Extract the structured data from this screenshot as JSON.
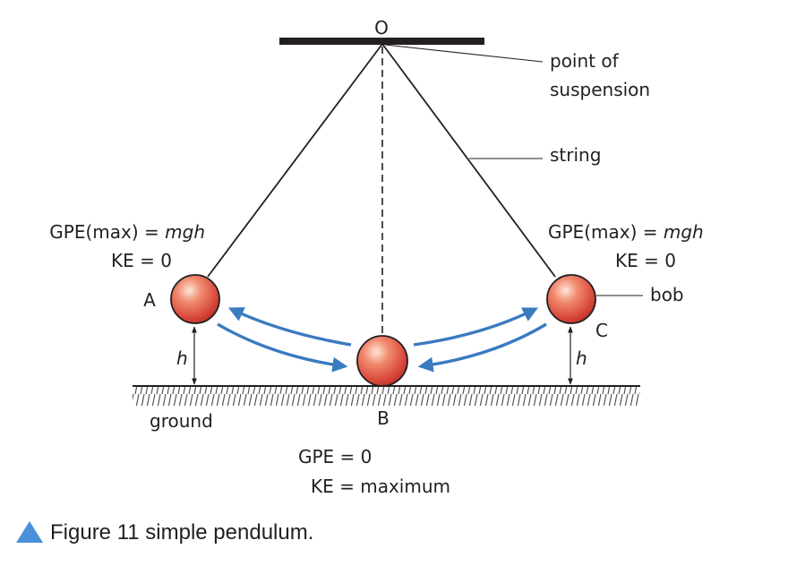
{
  "labels": {
    "pivot": "O",
    "point_of_suspension_line1": "point of",
    "point_of_suspension_line2": "suspension",
    "string": "string",
    "bob": "bob",
    "ground": "ground",
    "point_a": "A",
    "point_b": "B",
    "point_c": "C",
    "height": "h"
  },
  "energy_left": {
    "gpe_prefix": "GPE(max) = ",
    "gpe_value": "mgh",
    "ke": "KE = 0"
  },
  "energy_right": {
    "gpe_prefix": "GPE(max) = ",
    "gpe_value": "mgh",
    "ke": "KE = 0"
  },
  "energy_bottom": {
    "gpe": "GPE = 0",
    "ke": "KE = maximum"
  },
  "caption": {
    "text": "Figure 11 simple pendulum."
  },
  "colors": {
    "arrow": "#3a7ac0",
    "bob": "#d8473a",
    "caption_marker": "#4a90d9"
  }
}
